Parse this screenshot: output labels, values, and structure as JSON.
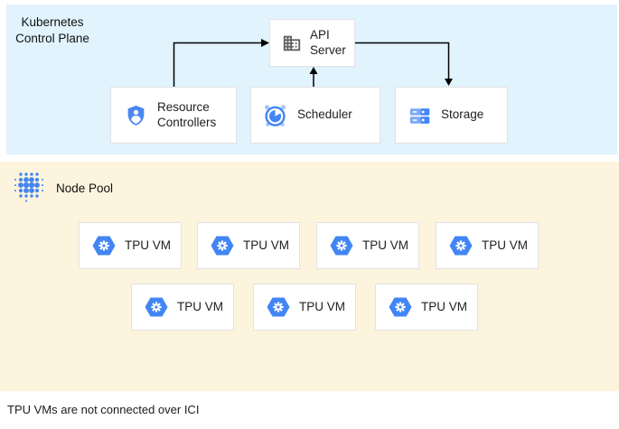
{
  "colors": {
    "control_plane_bg": "#e1f3fc",
    "node_pool_bg": "#fdf4dd",
    "accent_blue": "#4285f4",
    "accent_blue_light": "#7baaf7",
    "icon_gray": "#616161",
    "arrow_black": "#000000"
  },
  "control_plane": {
    "title": "Kubernetes\nControl Plane",
    "nodes": {
      "api_server": "API Server",
      "resource_controllers": "Resource Controllers",
      "scheduler": "Scheduler",
      "storage": "Storage"
    },
    "edges": [
      {
        "from": "Resource Controllers",
        "to": "API Server"
      },
      {
        "from": "Scheduler",
        "to": "API Server"
      },
      {
        "from": "API Server",
        "to": "Storage"
      }
    ]
  },
  "node_pool": {
    "title": "Node Pool",
    "vms": [
      "TPU VM",
      "TPU VM",
      "TPU VM",
      "TPU VM",
      "TPU VM",
      "TPU VM",
      "TPU VM"
    ]
  },
  "caption": "TPU VMs are not connected over ICI"
}
